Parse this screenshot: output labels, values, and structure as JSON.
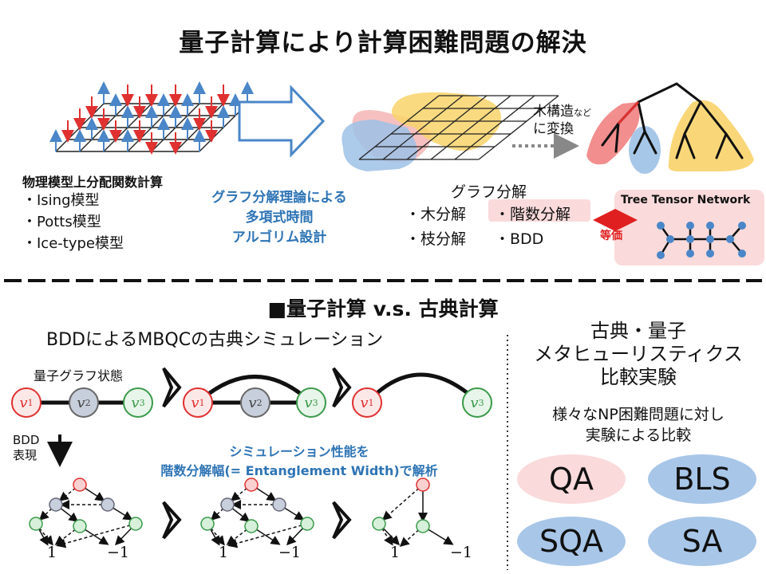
{
  "title": "量子計算により計算困難問題の解決",
  "top": {
    "physics_title": "物理模型上分配関数計算",
    "physics_models": [
      "・Ising模型",
      "・Potts模型",
      "・Ice-type模型"
    ],
    "algo_text": [
      "グラフ分解理論による",
      "多項式時間",
      "アルゴリム設計"
    ],
    "tree_transform": [
      "木構造",
      "など",
      "に変換"
    ],
    "graph_decomp_title": "グラフ分解",
    "decomp_items": [
      "・木分解",
      "・階数分解",
      "・枝分解",
      "・BDD"
    ],
    "equiv_label": "等価",
    "ttn_label": "Tree Tensor Network"
  },
  "section2": {
    "header": "■量子計算 v.s. 古典計算",
    "bdd_title": "BDDによるMBQCの古典シミュレーション",
    "graph_state_label": "量子グラフ状態",
    "bdd_label": [
      "BDD",
      "表現"
    ],
    "sim_text": [
      "シミュレーション性能を",
      "階数分解幅(= Entanglement Width)で解析"
    ],
    "node_v": "v",
    "node_subs": [
      "1",
      "2",
      "3"
    ],
    "terminal_labels": [
      "1",
      "−1"
    ],
    "right_title": [
      "古典・量子",
      "メタヒューリスティクス",
      "比較実験"
    ],
    "right_sub": [
      "様々なNP困難問題に対し",
      "実験による比較"
    ],
    "methods": [
      "QA",
      "BLS",
      "SQA",
      "SA"
    ]
  },
  "colors": {
    "blue": "#2e74b5",
    "red": "#e03030",
    "green": "#3a9a4a",
    "qa_fill": "#fadadb",
    "method_fill": "#a8c6e8",
    "ttn_bg": "#fadadb",
    "node_gray": "#c8cfdc"
  }
}
